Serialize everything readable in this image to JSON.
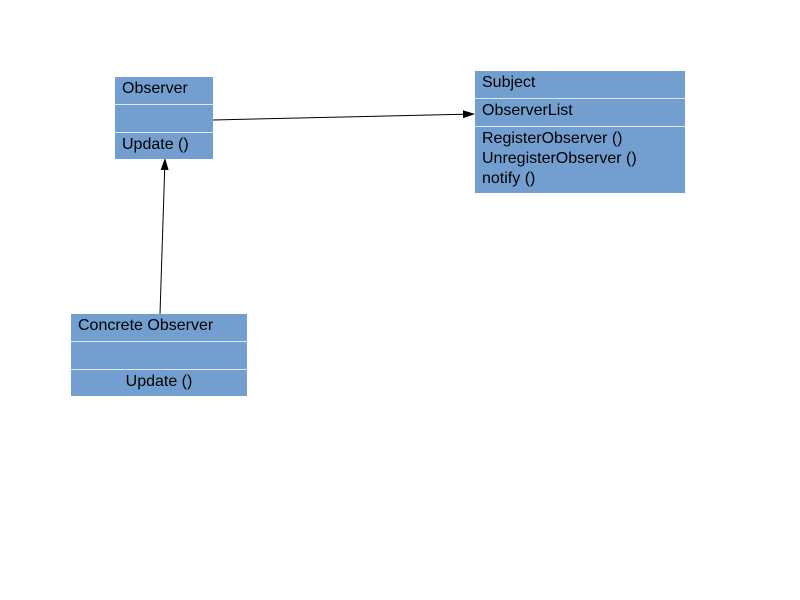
{
  "diagram": {
    "classes": {
      "observer": {
        "name": "Observer",
        "attributes": "",
        "operations": [
          "Update ()"
        ]
      },
      "subject": {
        "name": "Subject",
        "attributes": "ObserverList",
        "operations": [
          "RegisterObserver ()",
          "UnregisterObserver ()",
          "notify ()"
        ]
      },
      "concrete_observer": {
        "name": "Concrete Observer",
        "attributes": "",
        "operations": [
          "Update ()"
        ]
      }
    },
    "colors": {
      "class_fill": "#729fcf",
      "class_divider": "#dde8f4",
      "text": "#000000",
      "connector": "#000000"
    }
  }
}
